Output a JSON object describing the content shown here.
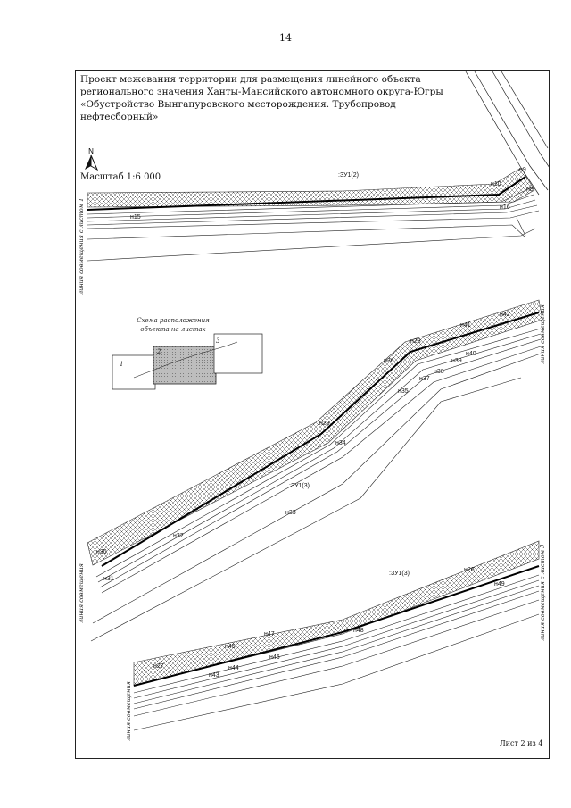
{
  "page": {
    "number": "14",
    "sheet": "Лист 2 из 4"
  },
  "title": {
    "line1": "Проект межевания территории для размещения линейного объекта",
    "line2": "регионального значения Ханты-Мансийского автономного округа-Югры",
    "line3": "«Обустройство Вынгапуровского месторождения. Трубопровод нефтесборный»"
  },
  "north_label": "N",
  "scale": "Масштаб 1:6 000",
  "scheme": {
    "title_line1": "Схема расположения",
    "title_line2": "объекта на листах",
    "sheet_numbers": [
      "1",
      "2",
      "3"
    ]
  },
  "match_lines": {
    "sheet1": "линия совмещения с листом 1",
    "sheet3": "линия совмещения с листом 3",
    "generic": "линия совмещения"
  },
  "parcels": {
    "top": ":ЗУ1(2)",
    "mid": ":ЗУ1(3)",
    "bottom": ":ЗУ1(3)"
  },
  "points": {
    "section1": [
      "н9",
      "н8",
      "н10",
      "н16",
      "н15"
    ],
    "section2": [
      "н42",
      "н41",
      "н40",
      "н39",
      "н38",
      "н37",
      "н36",
      "н35",
      "н28",
      "н29",
      "н34",
      "н33",
      "н32",
      "н30",
      "н31"
    ],
    "section3": [
      "н26",
      "н49",
      "н48",
      "н47",
      "н46",
      "н45",
      "н44",
      "н43",
      "н27"
    ]
  },
  "colors": {
    "ink": "#111111",
    "hatch": "#555555",
    "scheme_fill": "#bdbdbd"
  }
}
